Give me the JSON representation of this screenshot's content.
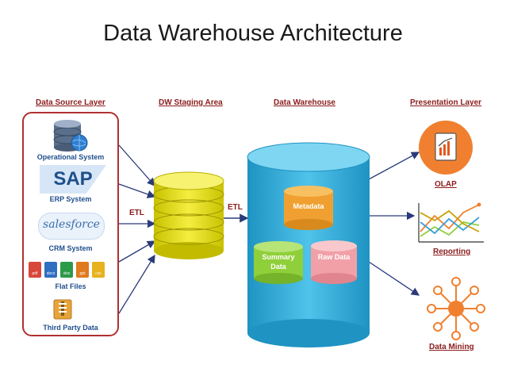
{
  "title": "Data Warehouse Architecture",
  "headers": {
    "data_source": "Data Source Layer",
    "staging": "DW Staging Area",
    "warehouse": "Data Warehouse",
    "presentation": "Presentation Layer"
  },
  "sources": {
    "operational": "Operational System",
    "erp": "ERP System",
    "crm": "CRM System",
    "flat_files": "Flat Files",
    "third_party": "Third Party Data",
    "sap_logo": "SAP",
    "salesforce_logo": "salesforce",
    "file_types": [
      "pdf",
      "docx",
      "xlsx",
      "ppt",
      "csv"
    ]
  },
  "etl": {
    "left": "ETL",
    "right": "ETL"
  },
  "warehouse": {
    "metadata": "Metadata",
    "summary": "Summary Data",
    "raw": "Raw Data"
  },
  "outputs": {
    "olap": "OLAP",
    "reporting": "Reporting",
    "mining": "Data Mining"
  },
  "colors": {
    "header": "#8b1c1c",
    "source_border": "#b03030",
    "source_label": "#1f4f8c",
    "staging": "#e8e000",
    "warehouse": "#29a9d6",
    "metadata": "#f0a030",
    "summary": "#8fcf3a",
    "raw": "#f1a0a8",
    "arrow": "#2a3a7a",
    "orange": "#f08030"
  }
}
